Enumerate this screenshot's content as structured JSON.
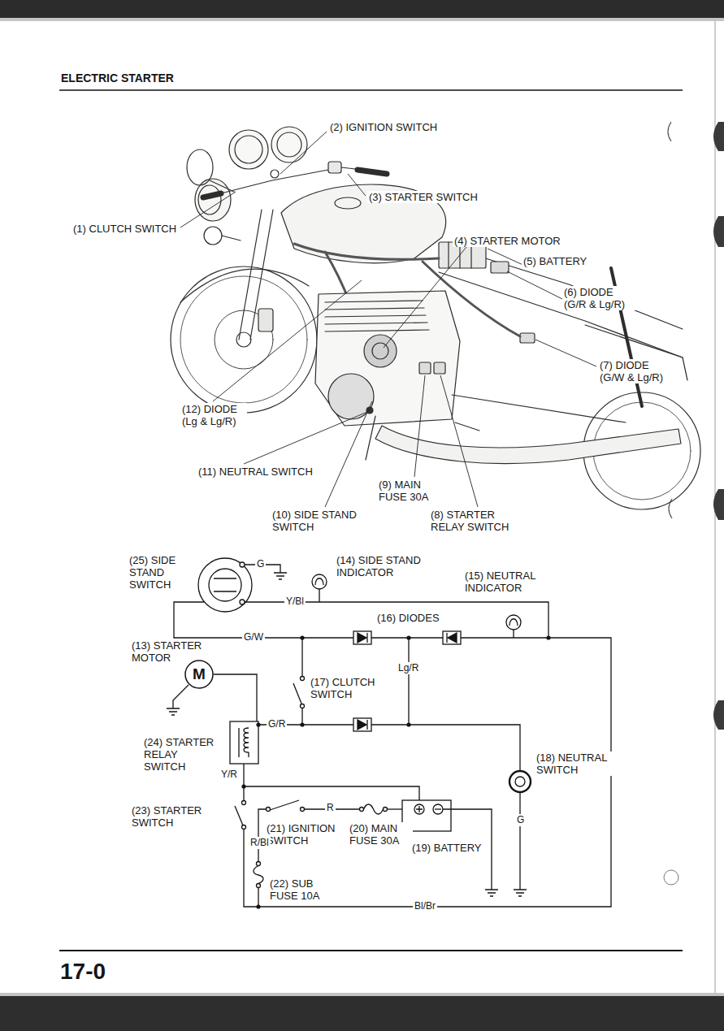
{
  "diagram": {
    "title": "ELECTRIC STARTER",
    "nodes": [
      {
        "text": [
          "M"
        ]
      }
    ],
    "labels": [
      "(2) IGNITION SWITCH",
      "(3) STARTER SWITCH",
      "(1) CLUTCH SWITCH",
      "(4) STARTER MOTOR",
      "(5) BATTERY",
      "(6) DIODE (G/R & Lg/R)",
      "(7) DIODE (G/W & Lg/R)",
      "(12) DIODE (Lg & Lg/R)",
      "(11) NEUTRAL SWITCH",
      "(9) MAIN FUSE 30A",
      "(10) SIDE STAND SWITCH",
      "(8) STARTER RELAY SWITCH",
      "(25) SIDE STAND SWITCH",
      "G",
      "(14) SIDE STAND INDICATOR",
      "(15) NEUTRAL INDICATOR",
      "Y/Bl",
      "(16) DIODES",
      "G/W",
      "(13) STARTER MOTOR",
      "Lg/R",
      "(17) CLUTCH SWITCH",
      "G/R",
      "(24) STARTER RELAY SWITCH",
      "(18) NEUTRAL SWITCH",
      "Y/R",
      "R",
      "(23) STARTER SWITCH",
      "(21) IGNITION SWITCH",
      "(20) MAIN FUSE 30A",
      "(19) BATTERY",
      "R/Bl",
      "G",
      "(22) SUB FUSE 10A",
      "Bl/Br",
      "17-0"
    ]
  }
}
